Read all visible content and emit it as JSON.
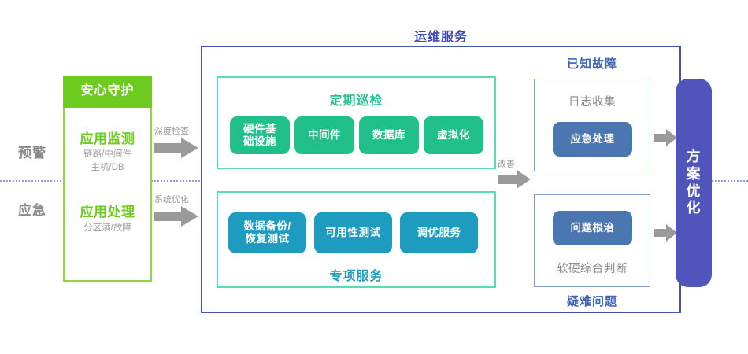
{
  "diagram": {
    "title": "运维服务",
    "phases": [
      {
        "name": "预警"
      },
      {
        "name": "应急"
      }
    ],
    "assurance_column": {
      "header": "安心守护",
      "blocks": [
        {
          "title": "应用监测",
          "subtitle_line1": "链路/中间件",
          "subtitle_line2": "主机/DB"
        },
        {
          "title": "应用处理",
          "subtitle_line1": "分区满/故障",
          "subtitle_line2": ""
        }
      ]
    },
    "flow_arrows": [
      {
        "label": "深度检查"
      },
      {
        "label": "系统优化"
      },
      {
        "label": "改善"
      }
    ],
    "inspection_panel": {
      "heading": "定期巡检",
      "items": [
        {
          "line1": "硬件基",
          "line2": "础设施"
        },
        {
          "line1": "中间件",
          "line2": ""
        },
        {
          "line1": "数据库",
          "line2": ""
        },
        {
          "line1": "虚拟化",
          "line2": ""
        }
      ]
    },
    "special_panel": {
      "heading": "专项服务",
      "items": [
        {
          "line1": "数据备份/",
          "line2": "恢复测试"
        },
        {
          "line1": "可用性测试",
          "line2": ""
        },
        {
          "line1": "调优服务",
          "line2": ""
        }
      ]
    },
    "known_fault": {
      "caption": "已知故障",
      "subtitle": "日志收集",
      "action": "应急处理"
    },
    "hard_fault": {
      "caption": "疑难问题",
      "subtitle": "软硬综合判断",
      "action": "问题根治"
    },
    "optimization": {
      "char1": "方",
      "char2": "案",
      "char3": "优",
      "char4": "化"
    },
    "colors": {
      "bright_green": "#6ecc20",
      "green_border": "#8fd93c",
      "teal": "#21c08b",
      "teal_border": "#5bdcb0",
      "blue": "#1d9cc0",
      "steel_blue": "#4a76b2",
      "purple": "#4f55bb",
      "purple_border": "#4a51b5",
      "gray_text": "#8b8b8b",
      "arrow_gray": "#9a9a9a",
      "divider": "#8f9fd6"
    }
  }
}
